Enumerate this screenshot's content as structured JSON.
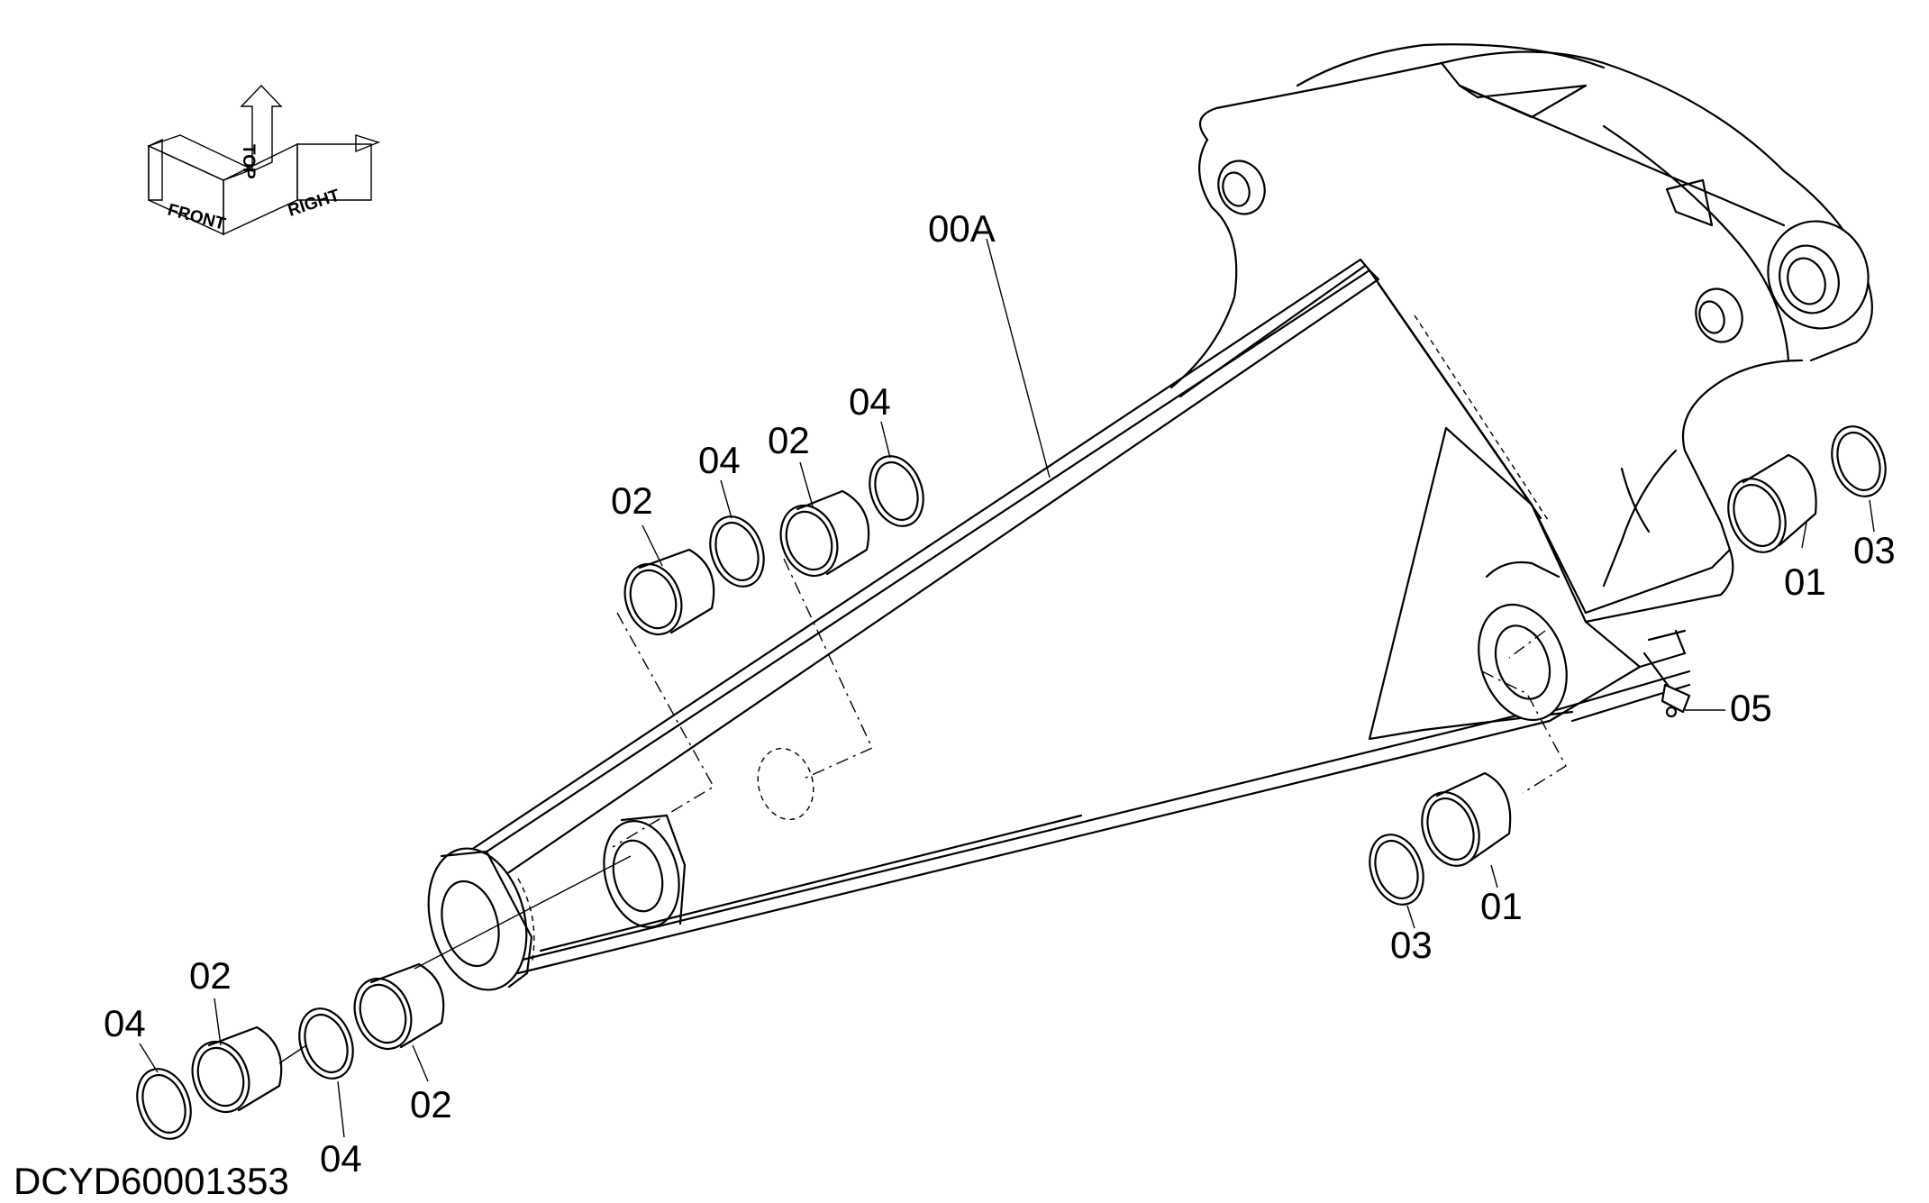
{
  "orientation": {
    "front": "FRONT",
    "top": "TOP",
    "right": "RIGHT"
  },
  "labels": {
    "assembly": "00A",
    "bushing_01_a": "01",
    "bushing_01_b": "01",
    "ring_03_a": "03",
    "ring_03_b": "03",
    "fitting_05": "05",
    "bushing_02_a": "02",
    "bushing_02_b": "02",
    "bushing_02_c": "02",
    "bushing_02_d": "02",
    "ring_04_a": "04",
    "ring_04_b": "04",
    "ring_04_c": "04",
    "ring_04_d": "04"
  },
  "drawing_code": "DCYD60001353"
}
